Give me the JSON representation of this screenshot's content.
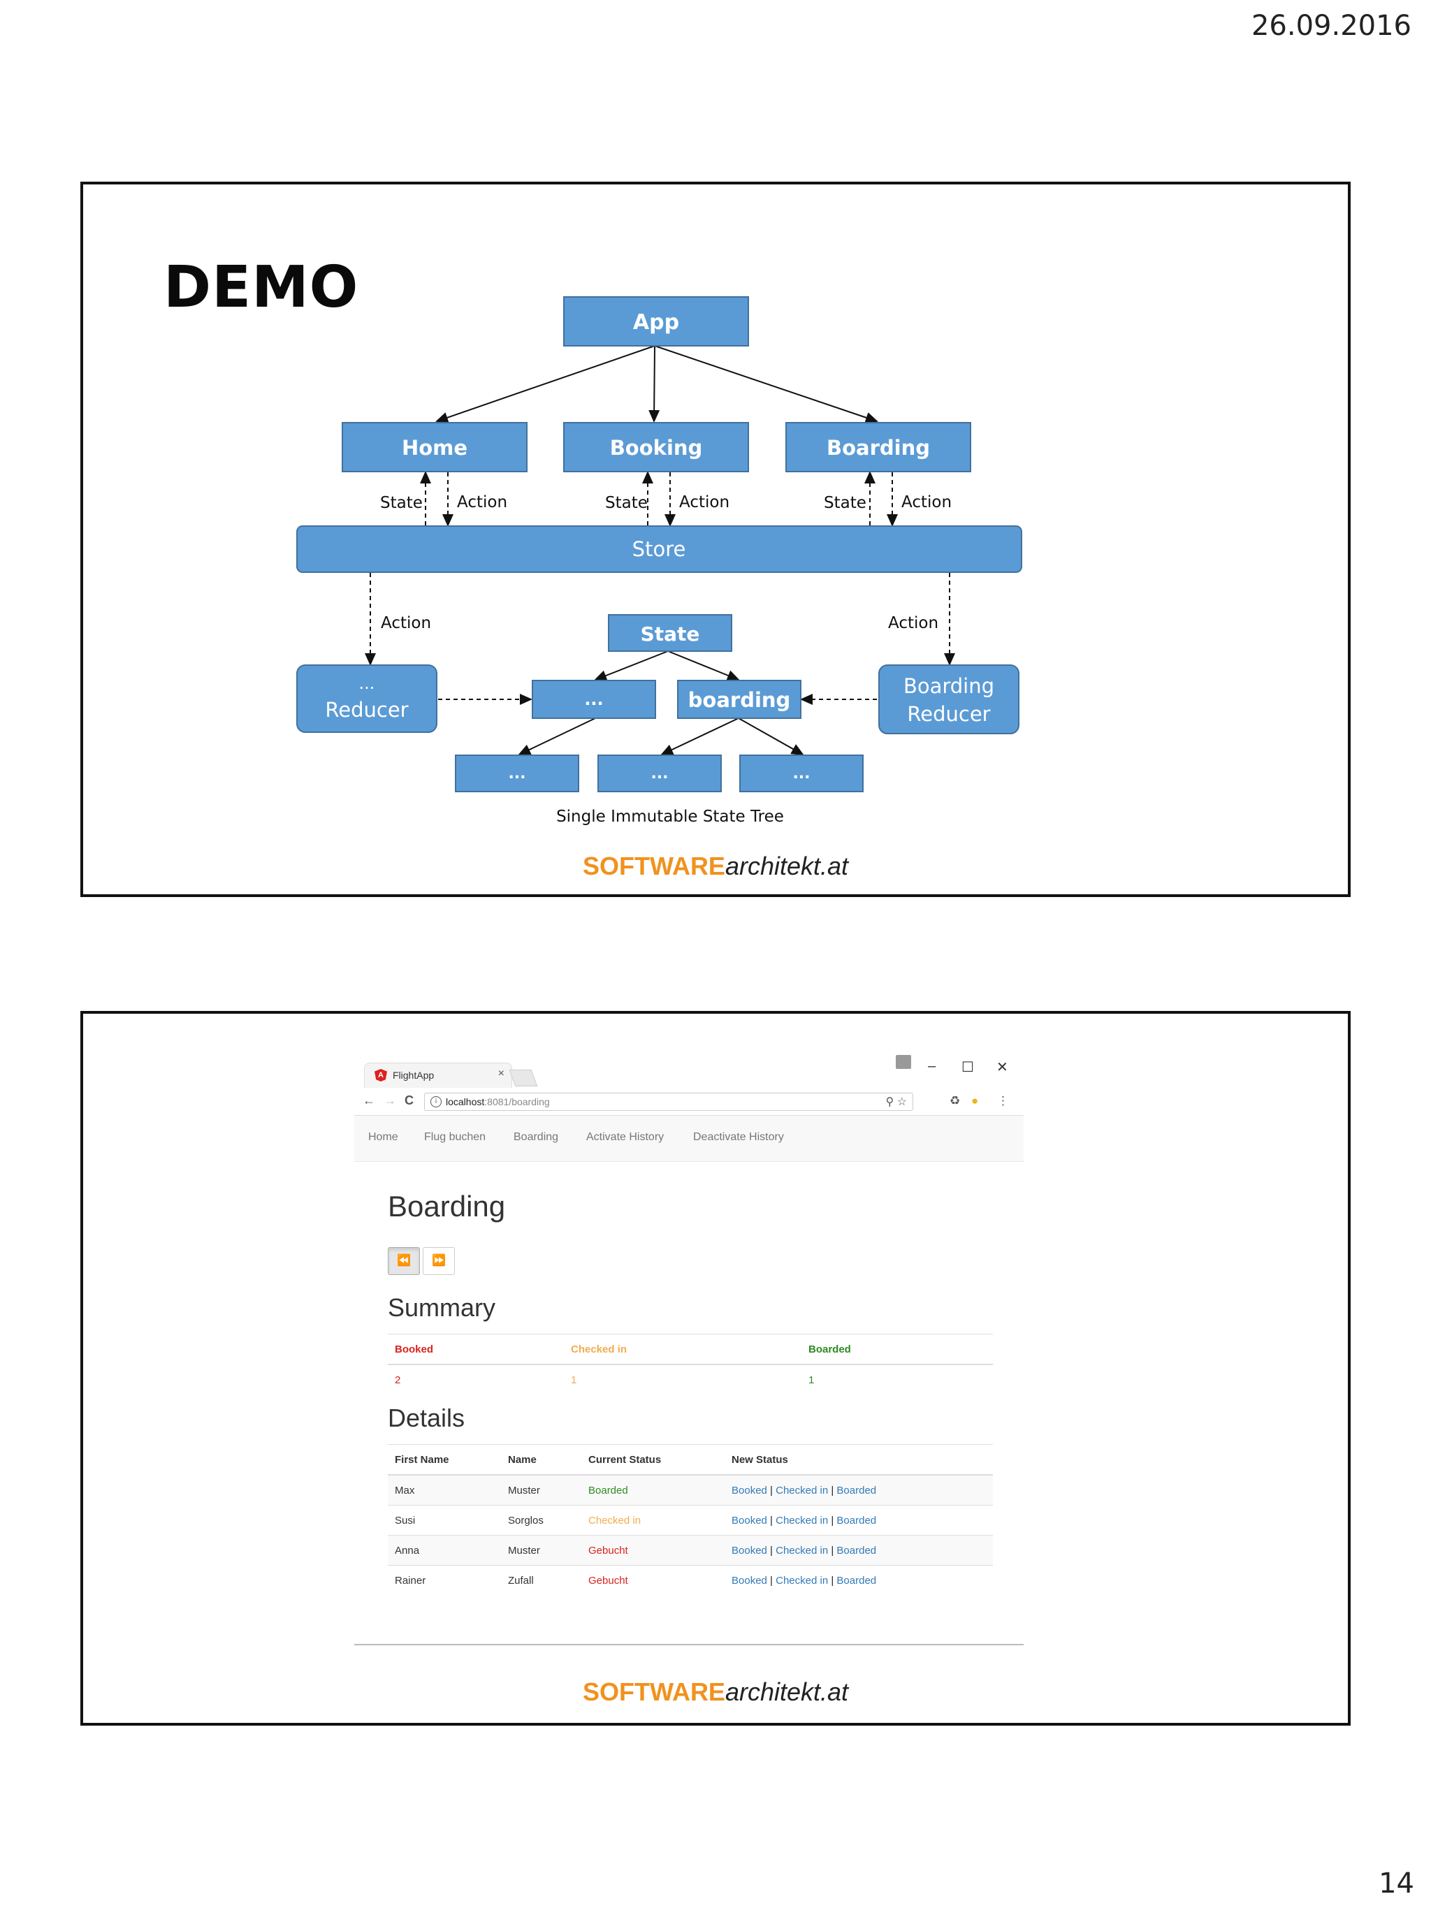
{
  "page": {
    "date": "26.09.2016",
    "number": "14"
  },
  "slide1": {
    "title": "DEMO",
    "diagram": {
      "app": "App",
      "home": "Home",
      "booking": "Booking",
      "boarding": "Boarding",
      "store": "Store",
      "state_root": "State",
      "reducer_generic_line1": "...",
      "reducer_generic_line2": "Reducer",
      "boarding_reducer_line1": "Boarding",
      "boarding_reducer_line2": "Reducer",
      "state_child_generic": "...",
      "state_child_boarding": "boarding",
      "leaf1": "...",
      "leaf2": "...",
      "leaf3": "...",
      "label_state": "State",
      "label_action": "Action",
      "caption": "Single Immutable State Tree",
      "node_color": "#5b9bd5",
      "node_border": "#41719c"
    },
    "footer": {
      "brand_bold": "SOFTWARE",
      "brand_rest": "architekt.at",
      "brand_color": "#f0921e"
    }
  },
  "slide2": {
    "browser": {
      "tab_title": "FlightApp",
      "tab_close": "×",
      "window_minimize": "–",
      "window_maximize": "☐",
      "window_close": "✕",
      "url_host": "localhost",
      "url_rest": ":8081/boarding",
      "nav_back": "←",
      "nav_forward": "→",
      "nav_reload": "C",
      "info_glyph": "i",
      "omnibox_icons": "⚲ ☆",
      "ext1": "♻",
      "ext2": "●",
      "menu": "⋮"
    },
    "navbar": [
      "Home",
      "Flug buchen",
      "Boarding",
      "Activate History",
      "Deactivate History"
    ],
    "heading": "Boarding",
    "history_buttons": {
      "back": "⏪",
      "forward": "⏩"
    },
    "summary": {
      "title": "Summary",
      "headers": [
        "Booked",
        "Checked in",
        "Boarded"
      ],
      "values": [
        "2",
        "1",
        "1"
      ]
    },
    "details": {
      "title": "Details",
      "headers": [
        "First Name",
        "Name",
        "Current Status",
        "New Status"
      ],
      "rows": [
        {
          "first": "Max",
          "name": "Muster",
          "status": "Boarded"
        },
        {
          "first": "Susi",
          "name": "Sorglos",
          "status": "Checked in"
        },
        {
          "first": "Anna",
          "name": "Muster",
          "status": "Gebucht"
        },
        {
          "first": "Rainer",
          "name": "Zufall",
          "status": "Gebucht"
        }
      ],
      "new_status_links": [
        "Booked",
        "Checked in",
        "Boarded"
      ],
      "separator": "|"
    },
    "footer": {
      "brand_bold": "SOFTWARE",
      "brand_rest": "architekt.at"
    }
  }
}
